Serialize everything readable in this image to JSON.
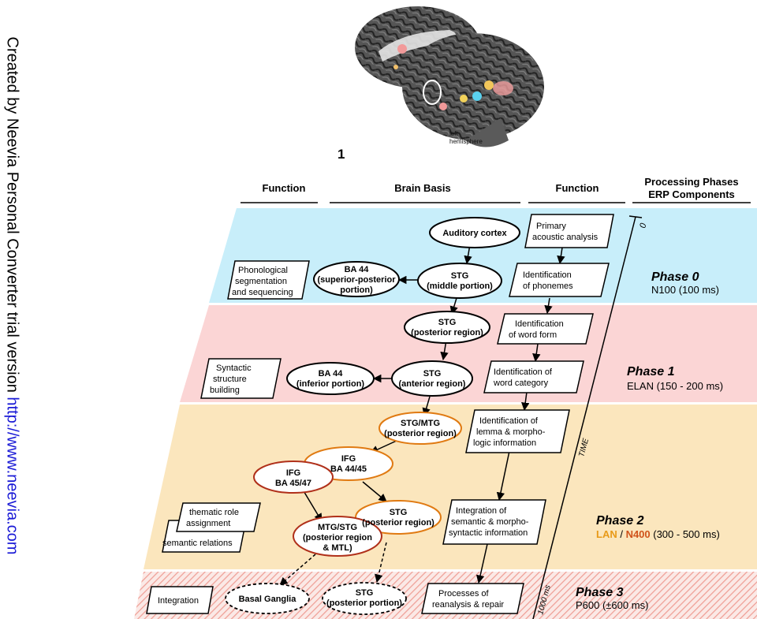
{
  "watermark": {
    "text": "Created by Neevia Personal Converter trial version ",
    "link": "http://www.neevia.com"
  },
  "figure": {
    "brain_label_line1": "left",
    "brain_label_line2": "hemisphere",
    "number": "1"
  },
  "headers": {
    "function_left": "Function",
    "brain_basis": "Brain Basis",
    "function_right": "Function",
    "phases_line1": "Processing Phases",
    "phases_line2": "ERP Components"
  },
  "time_axis": {
    "label": "TIME",
    "start": "0",
    "end": "1000 ms"
  },
  "phases": [
    {
      "name": "Phase 0",
      "component": "N100 (100 ms)",
      "color": "#c8eefa"
    },
    {
      "name": "Phase 1",
      "component": "ELAN (150 - 200 ms)",
      "color": "#fbd5d5"
    },
    {
      "name": "Phase 2",
      "component_lan": "LAN",
      "component_sep": " / ",
      "component_n400": "N400",
      "component_rest": " (300 - 500 ms)",
      "color": "#fbe6bd",
      "lan_color": "#e89a18",
      "n400_color": "#d0521a"
    },
    {
      "name": "Phase 3",
      "component": "P600 (±600 ms)",
      "color": "#f6d2cc"
    }
  ],
  "brain_nodes": {
    "auditory_cortex": [
      "Auditory cortex"
    ],
    "stg_middle": [
      "STG",
      "(middle portion)"
    ],
    "ba44_sup": [
      "BA 44",
      "(superior-posterior",
      "portion)"
    ],
    "stg_posterior_region": [
      "STG",
      "(posterior region)"
    ],
    "stg_anterior": [
      "STG",
      "(anterior region)"
    ],
    "ba44_inf": [
      "BA 44",
      "(inferior portion)"
    ],
    "stg_mtg": [
      "STG/MTG",
      "(posterior region)"
    ],
    "ifg_44": [
      "IFG",
      "BA 44/45"
    ],
    "ifg_45": [
      "IFG",
      "BA 45/47"
    ],
    "stg_posterior_2": [
      "STG",
      "(posterior region)"
    ],
    "mtg_stg": [
      "MTG/STG",
      "(posterior region",
      "& MTL)"
    ],
    "basal_ganglia": [
      "Basal Ganglia"
    ],
    "stg_posterior_portion": [
      "STG",
      "(posterior portion)"
    ]
  },
  "function_left_boxes": {
    "phonological": [
      "Phonological",
      "segmentation",
      "and sequencing"
    ],
    "syntactic": [
      "Syntactic",
      "structure",
      "building"
    ],
    "thematic": [
      "thematic role",
      "assignment"
    ],
    "semantic_rel": [
      "semantic relations"
    ],
    "integration": [
      "Integration"
    ]
  },
  "function_right_boxes": {
    "primary": [
      "Primary",
      "acoustic analysis"
    ],
    "phonemes": [
      "Identification",
      "of phonemes"
    ],
    "word_form": [
      "Identification",
      "of word form"
    ],
    "word_category": [
      "Identification of",
      "word category"
    ],
    "lemma": [
      "Identification of",
      "lemma & morpho-",
      "logic information"
    ],
    "integration_semantic": [
      "Integration of",
      "semantic  & morpho-",
      "syntactic information"
    ],
    "reanalysis": [
      "Processes of",
      "reanalysis & repair"
    ]
  },
  "colors": {
    "node_orange": "#e07a12",
    "node_red": "#b0301a"
  }
}
